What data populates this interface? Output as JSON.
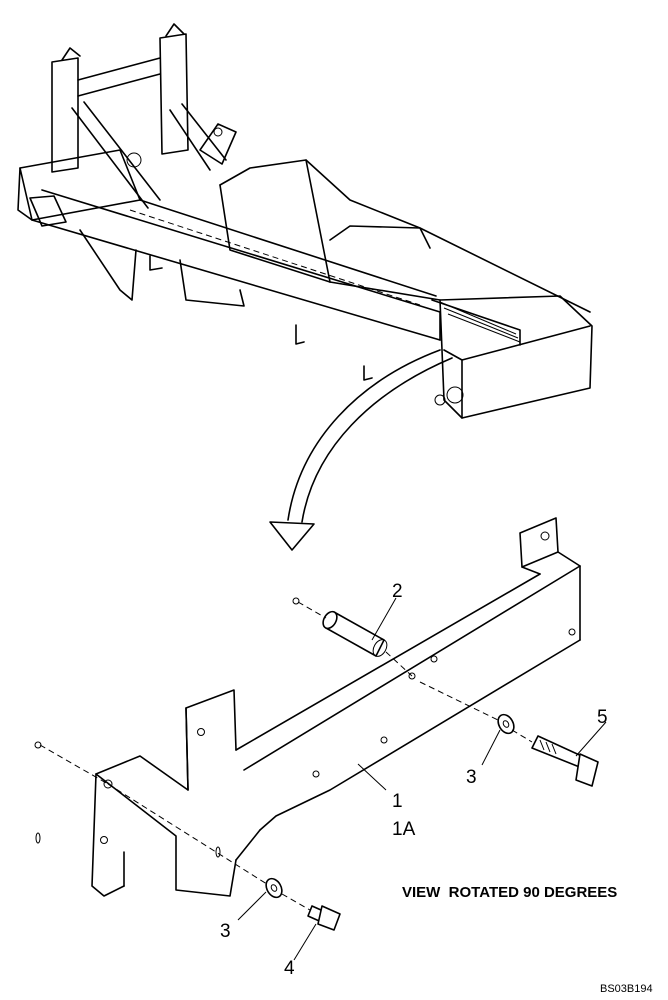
{
  "callouts": {
    "bracket": "1",
    "bracket_alt": "1A",
    "spacer": "2",
    "washer_right": "3",
    "washer_left": "3",
    "bolt_short": "4",
    "bolt_long": "5"
  },
  "caption": "VIEW  ROTATED 90 DEGREES",
  "figure_id": "BS03B194"
}
